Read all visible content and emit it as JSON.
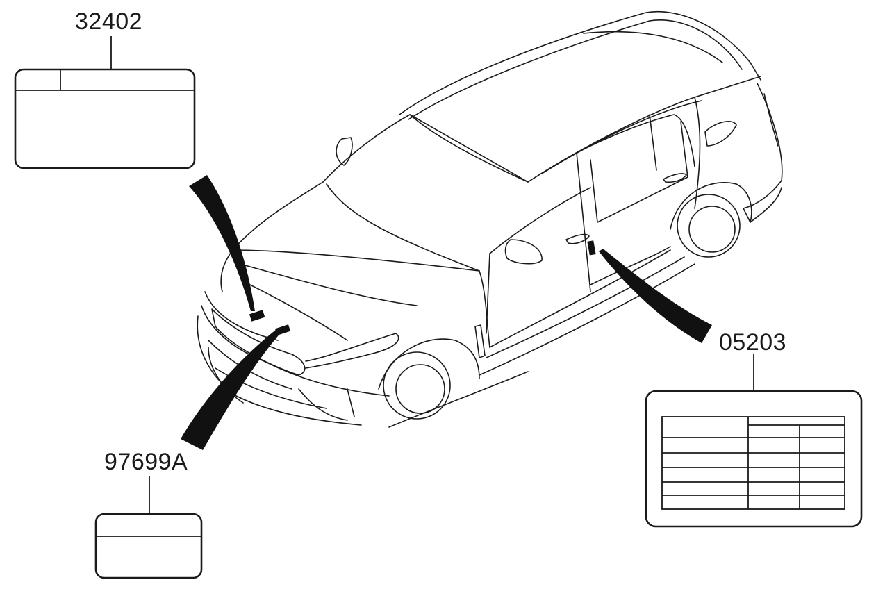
{
  "callouts": [
    {
      "part_number": "32402",
      "type": "label"
    },
    {
      "part_number": "97699A",
      "type": "label"
    },
    {
      "part_number": "05203",
      "type": "label"
    }
  ],
  "colors": {
    "line": "#1a1a1a",
    "background": "#ffffff"
  }
}
